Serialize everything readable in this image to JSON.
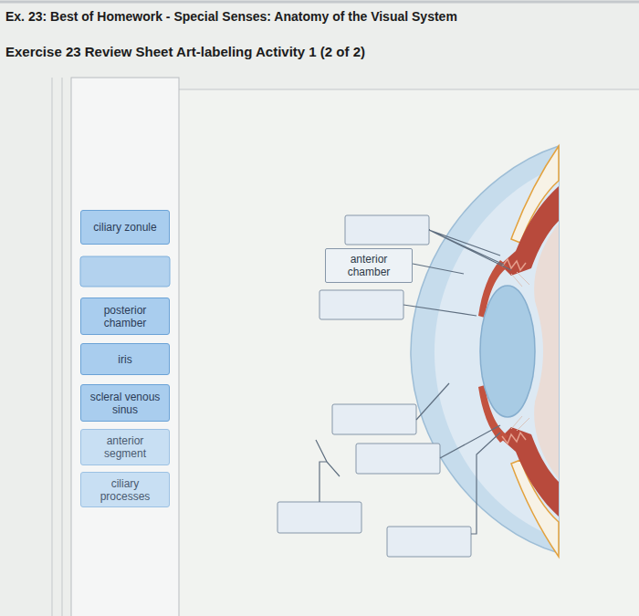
{
  "diagram": {
    "title": "Ex. 23: Best of Homework - Special Senses: Anatomy of the Visual System",
    "nodes": [
      {
        "text": [
          "ciliary zonule"
        ]
      },
      {
        "text": [
          "posterior chamber"
        ]
      },
      {
        "text": [
          "iris"
        ]
      },
      {
        "text": [
          "scleral venous sinus"
        ]
      },
      {
        "text": [
          "anterior segment"
        ]
      },
      {
        "text": [
          "ciliary processes"
        ]
      },
      {
        "text": [
          "anterior chamber"
        ]
      }
    ],
    "labels": [
      "Exercise 23 Review Sheet Art-labeling Activity 1 (2 of 2)"
    ]
  }
}
